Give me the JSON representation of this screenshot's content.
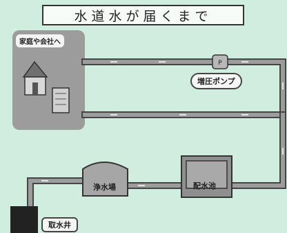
{
  "title": "水道水が届くまで",
  "labels": {
    "home": "家庭や会社へ",
    "pump": "増圧ポンプ",
    "purification": "浄水場",
    "reservoir": "配水池",
    "well": "取水井"
  },
  "colors": {
    "background": "#cfeee0",
    "pipe": "#8f8f8f",
    "pipe_outline": "#444444",
    "box_gray": "#9c9c9c"
  }
}
